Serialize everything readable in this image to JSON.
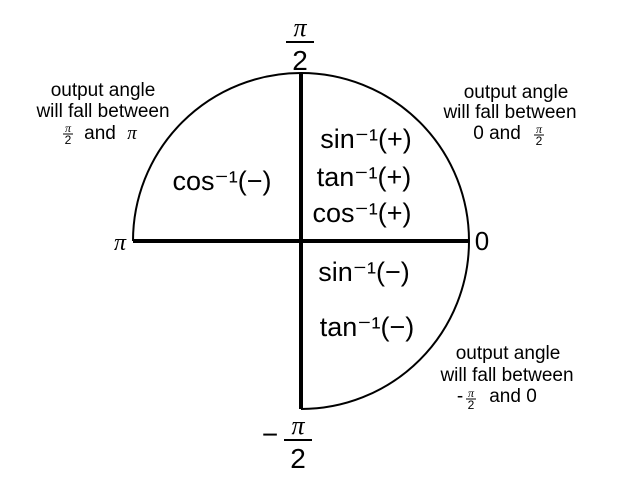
{
  "quadrant_notes": {
    "top_left": {
      "line1": "output angle",
      "line2": "will fall between",
      "line3_and": "and",
      "frac_num": "π",
      "frac_den": "2",
      "end": "π"
    },
    "top_right": {
      "line1": "output angle",
      "line2": "will fall between",
      "line3_start": "0 and",
      "frac_num": "π",
      "frac_den": "2"
    },
    "bottom_right": {
      "line1": "output angle",
      "line2": "will fall between",
      "line3_minus": "-",
      "frac_num": "π",
      "frac_den": "2",
      "line3_end": "and 0"
    }
  },
  "axis_labels": {
    "top_num": "π",
    "top_den": "2",
    "bottom_minus": "−",
    "bottom_num": "π",
    "bottom_den": "2",
    "left": "π",
    "right": "0"
  },
  "functions": {
    "upper_left": "cos⁻¹(−)",
    "upper_right": [
      "sin⁻¹(+)",
      "tan⁻¹(+)",
      "cos⁻¹(+)"
    ],
    "lower_right": [
      "sin⁻¹(−)",
      "tan⁻¹(−)"
    ]
  },
  "colors": {
    "ink": "#000000",
    "background": "#ffffff"
  }
}
